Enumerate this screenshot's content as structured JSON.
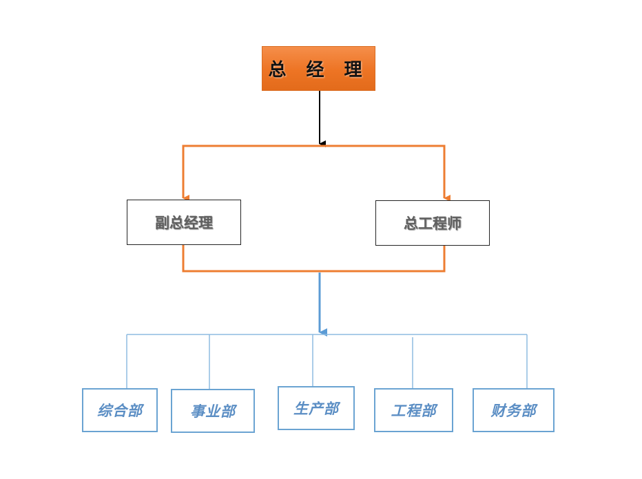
{
  "chart": {
    "top": {
      "title": "总 经 理"
    },
    "middle": [
      {
        "title": "副总经理"
      },
      {
        "title": "总工程师"
      }
    ],
    "departments": [
      {
        "title": "综合部"
      },
      {
        "title": "事业部"
      },
      {
        "title": "生产部"
      },
      {
        "title": "工程部"
      },
      {
        "title": "财务部"
      }
    ]
  },
  "colors": {
    "top_fill": "#ED7D31",
    "orange_connector": "#ED7D31",
    "blue_connector": "#5B9BD5",
    "black_arrow": "#000000"
  }
}
